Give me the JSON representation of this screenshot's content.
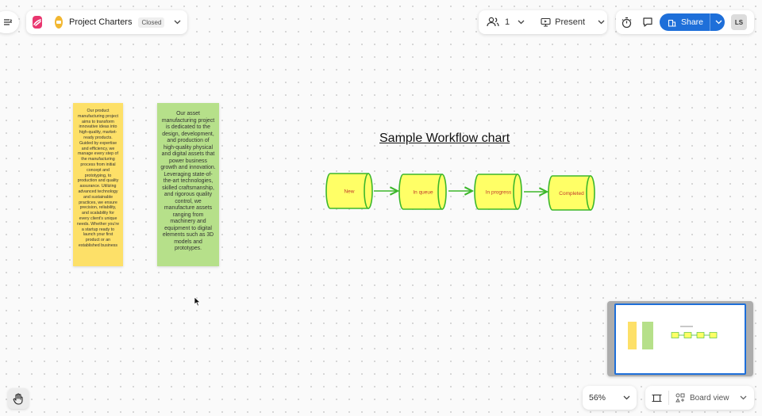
{
  "header": {
    "board_name": "Project Charters",
    "status": "Closed",
    "collaborator_count": "1",
    "present_label": "Present",
    "share_label": "Share",
    "user_initials": "LS"
  },
  "canvas": {
    "sticky_notes": [
      {
        "color": "#fde068",
        "text": "Our product manufacturing project aims to transform innovative ideas into high-quality, market-ready products. Guided by expertise and efficiency, we manage every step of the manufacturing process from initial concept and prototyping, to production and quality assurance. Utilizing advanced technology and sustainable practices, we ensure precision, reliability, and scalability for every client's unique needs. Whether you're a startup ready to launch your first product or an established business"
      },
      {
        "color": "#b6e08a",
        "text": "Our asset manufacturing project is dedicated to the design, development, and production of high-quality physical and digital assets that power business growth and innovation. Leveraging state-of-the-art technologies, skilled craftsmanship, and rigorous quality control, we manufacture assets ranging from machinery and equipment to digital elements such as 3D models and prototypes."
      }
    ],
    "workflow_title": "Sample Workflow chart",
    "workflow_stages": [
      "New",
      "In queue",
      "In progress",
      "Completed"
    ],
    "colors": {
      "stage_fill": "#ffff66",
      "stage_stroke": "#3cb72b",
      "stage_text": "#c0392b",
      "accent": "#1e6fd9"
    }
  },
  "footer": {
    "zoom_level": "56%",
    "view_label": "Board view"
  }
}
